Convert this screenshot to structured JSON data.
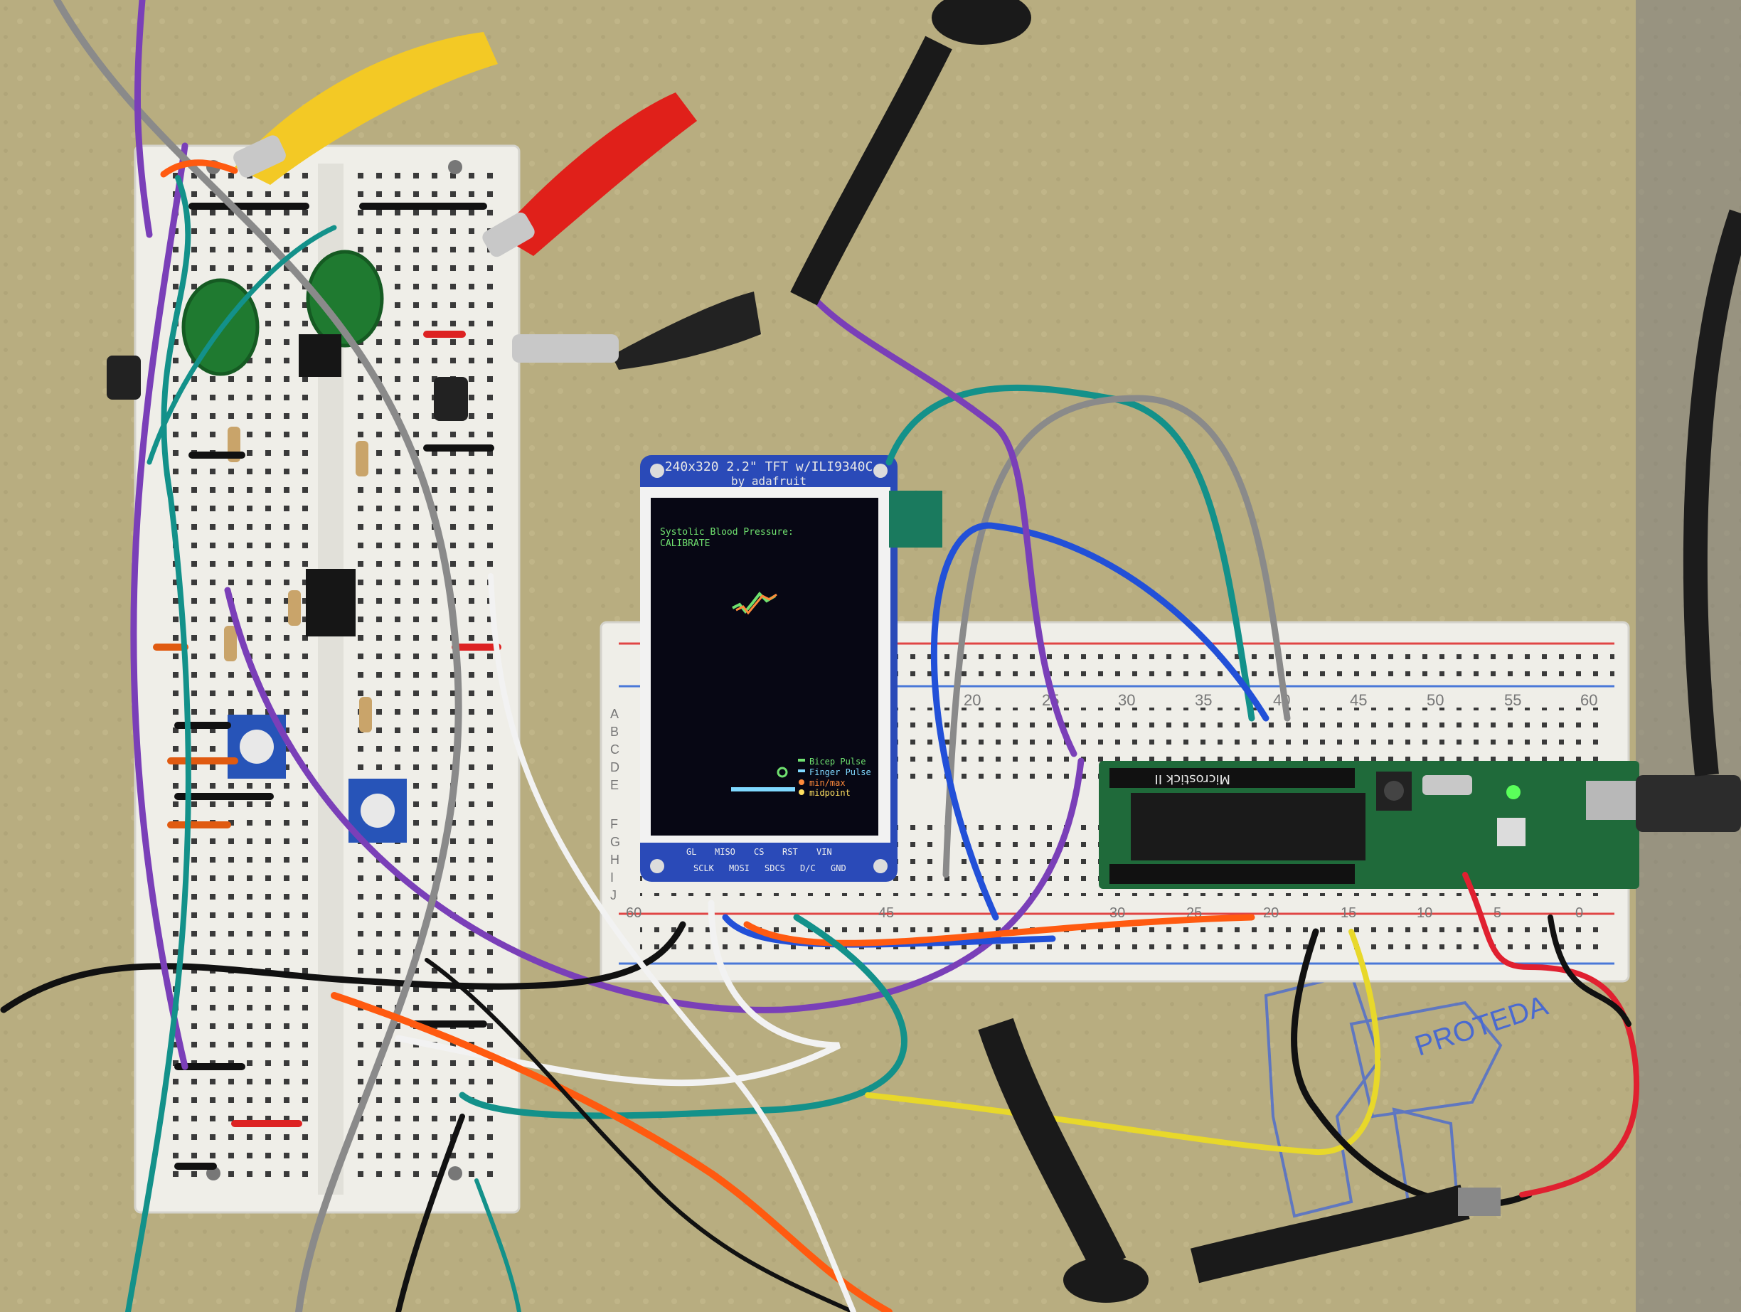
{
  "tft_board": {
    "title_line1": "240x320 2.2\" TFT w/ILI9340C",
    "title_line2": "by adafruit",
    "pin_labels_top": [
      "GL",
      "MISO",
      "CS",
      "RST",
      "VIN"
    ],
    "pin_labels_bottom": [
      "SCLK",
      "MOSI",
      "SDCS",
      "D/C",
      "GND"
    ]
  },
  "lcd": {
    "heading_line1": "Systolic Blood Pressure:",
    "heading_line2": "CALIBRATE",
    "legend": [
      {
        "label": "Bicep Pulse",
        "color": "#6fe06f"
      },
      {
        "label": "Finger Pulse",
        "color": "#7fd8ff"
      },
      {
        "label": "min/max",
        "color": "#ff8a3a"
      },
      {
        "label": "midpoint",
        "color": "#ffe060"
      }
    ]
  },
  "breadboard_right": {
    "column_numbers": [
      "20",
      "25",
      "30",
      "35",
      "40",
      "45",
      "50",
      "55",
      "60"
    ],
    "row_letters": [
      "A",
      "B",
      "C",
      "D",
      "E",
      "F",
      "G",
      "H",
      "I",
      "J"
    ],
    "bottom_numbers": [
      "60",
      "45",
      "30",
      "25",
      "20",
      "15",
      "10",
      "5",
      "0"
    ]
  },
  "microcontroller": {
    "label": "Microstick II"
  },
  "mat_logo": {
    "text": "PROTEDA"
  },
  "colors": {
    "mat": "#b8ad80",
    "breadboard": "#efeee8",
    "pcb_green": "#1f6a3a",
    "tft_blue": "#2a4ab8"
  }
}
